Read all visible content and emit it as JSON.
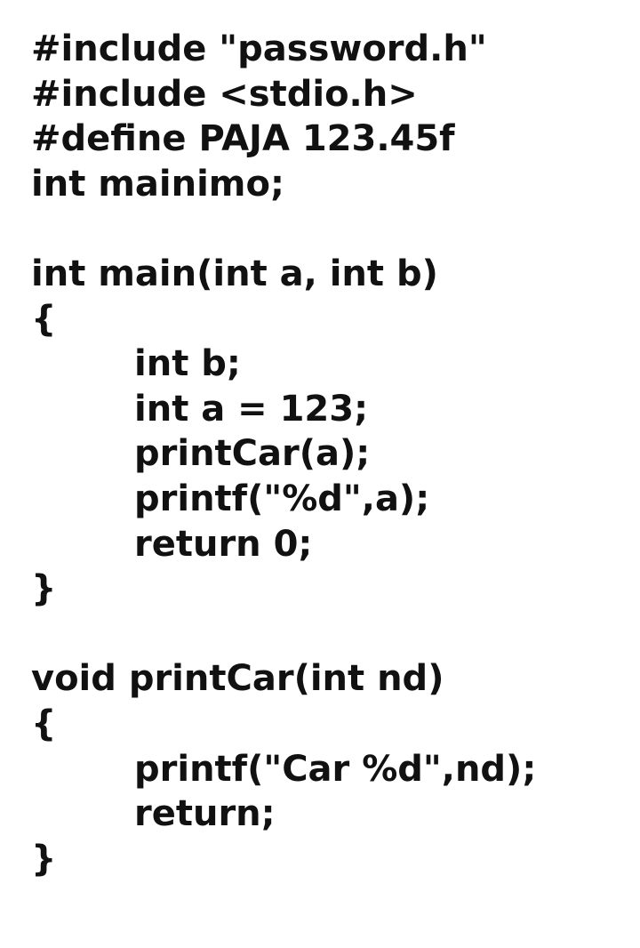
{
  "code": {
    "lines": [
      "#include \"password.h\"",
      "#include <stdio.h>",
      "#define PAJA 123.45f",
      "int mainimo;",
      "",
      "int main(int a, int b)",
      "{",
      "int b;",
      "int a = 123;",
      "printCar(a);",
      "printf(\"%d\",a);",
      "return 0;",
      "}",
      "",
      "void printCar(int nd)",
      "{",
      "printf(\"Car %d\",nd);",
      "return;",
      "}"
    ]
  }
}
